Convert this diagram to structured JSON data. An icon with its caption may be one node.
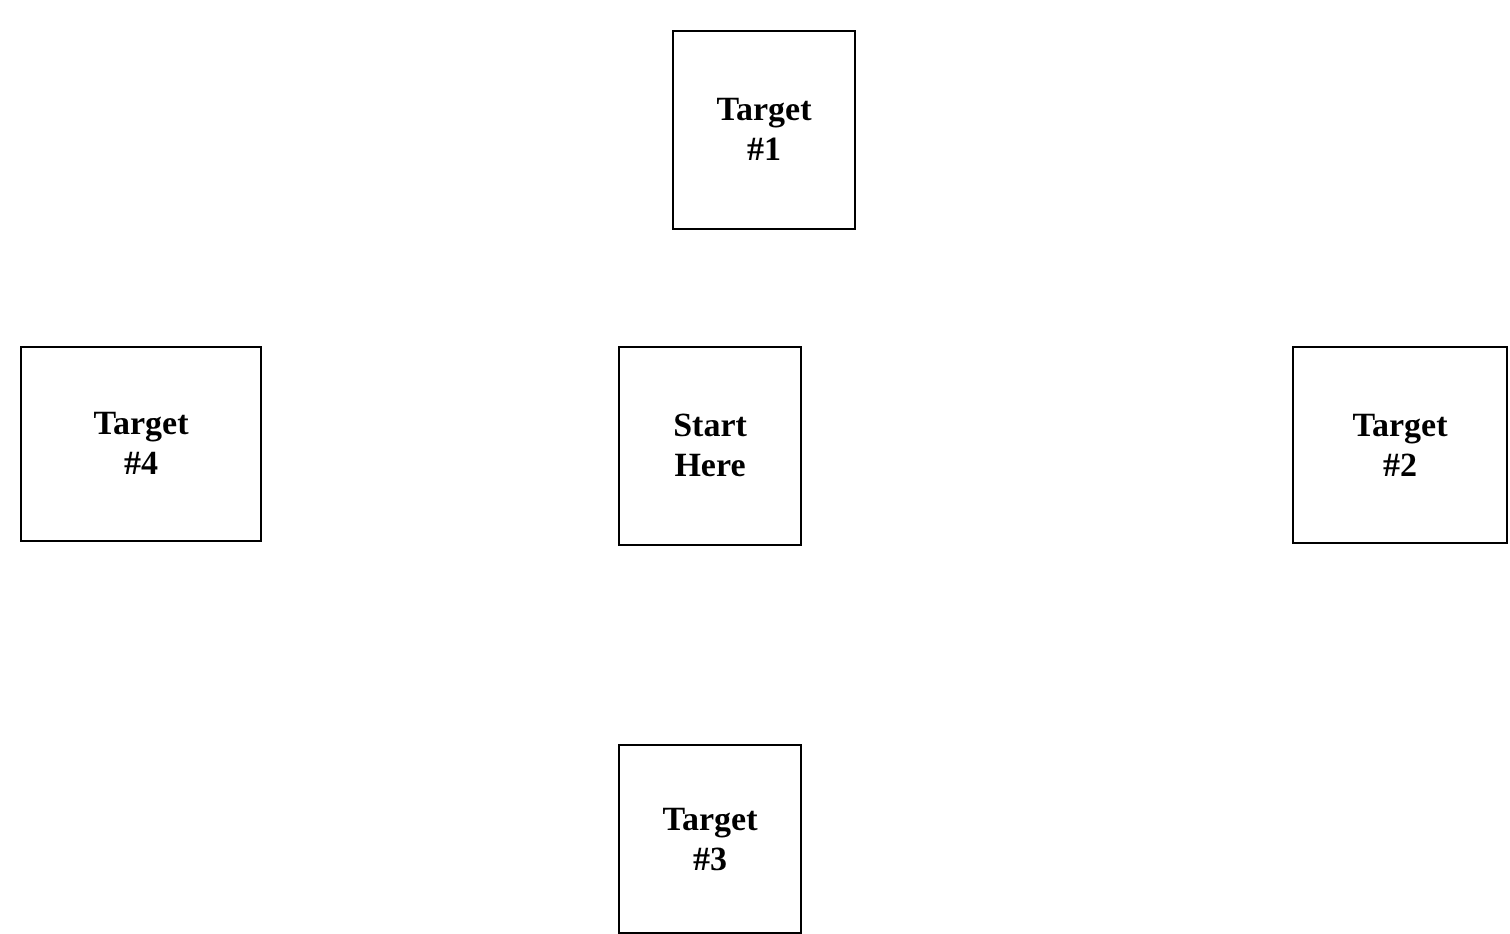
{
  "diagram": {
    "nodes": [
      {
        "text": [
          "Target #1"
        ]
      },
      {
        "text": [
          "Target #4"
        ]
      },
      {
        "text": [
          "Start Here"
        ]
      },
      {
        "text": [
          "Target #2"
        ]
      },
      {
        "text": [
          "Target #3"
        ]
      }
    ]
  }
}
